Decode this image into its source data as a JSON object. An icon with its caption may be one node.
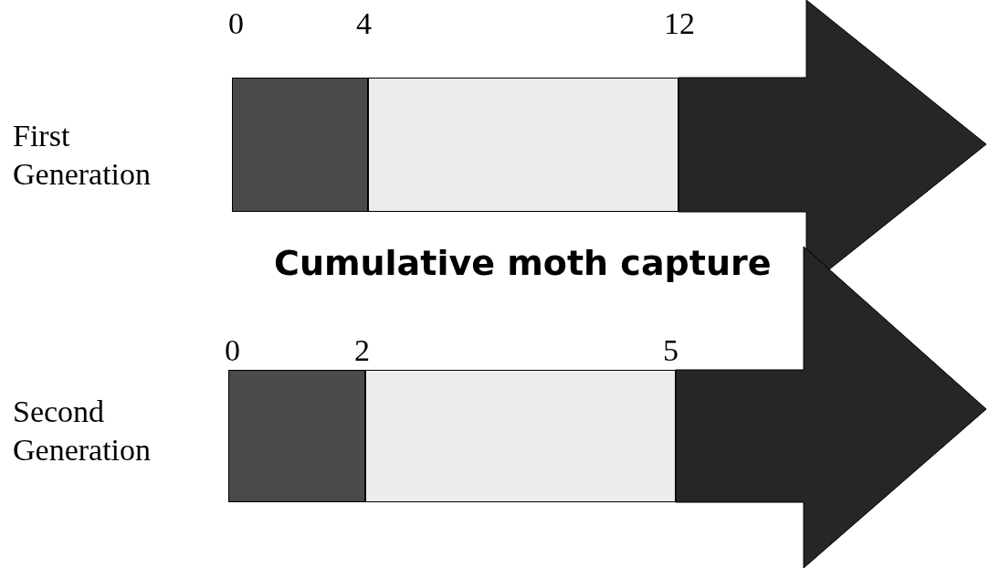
{
  "diagram": {
    "nodes": [
      {
        "text": [],
        "shape": "bar"
      },
      {
        "text": [],
        "shape": "bar"
      },
      {
        "text": [],
        "shape": "arrow"
      },
      {
        "text": [],
        "shape": "bar"
      },
      {
        "text": [],
        "shape": "bar"
      },
      {
        "text": [],
        "shape": "arrow"
      }
    ],
    "edges": [],
    "labels": [
      "0",
      "4",
      "12",
      "First Generation",
      "Cumulative moth capture",
      "0",
      "2",
      "5",
      "Second Generation"
    ]
  }
}
